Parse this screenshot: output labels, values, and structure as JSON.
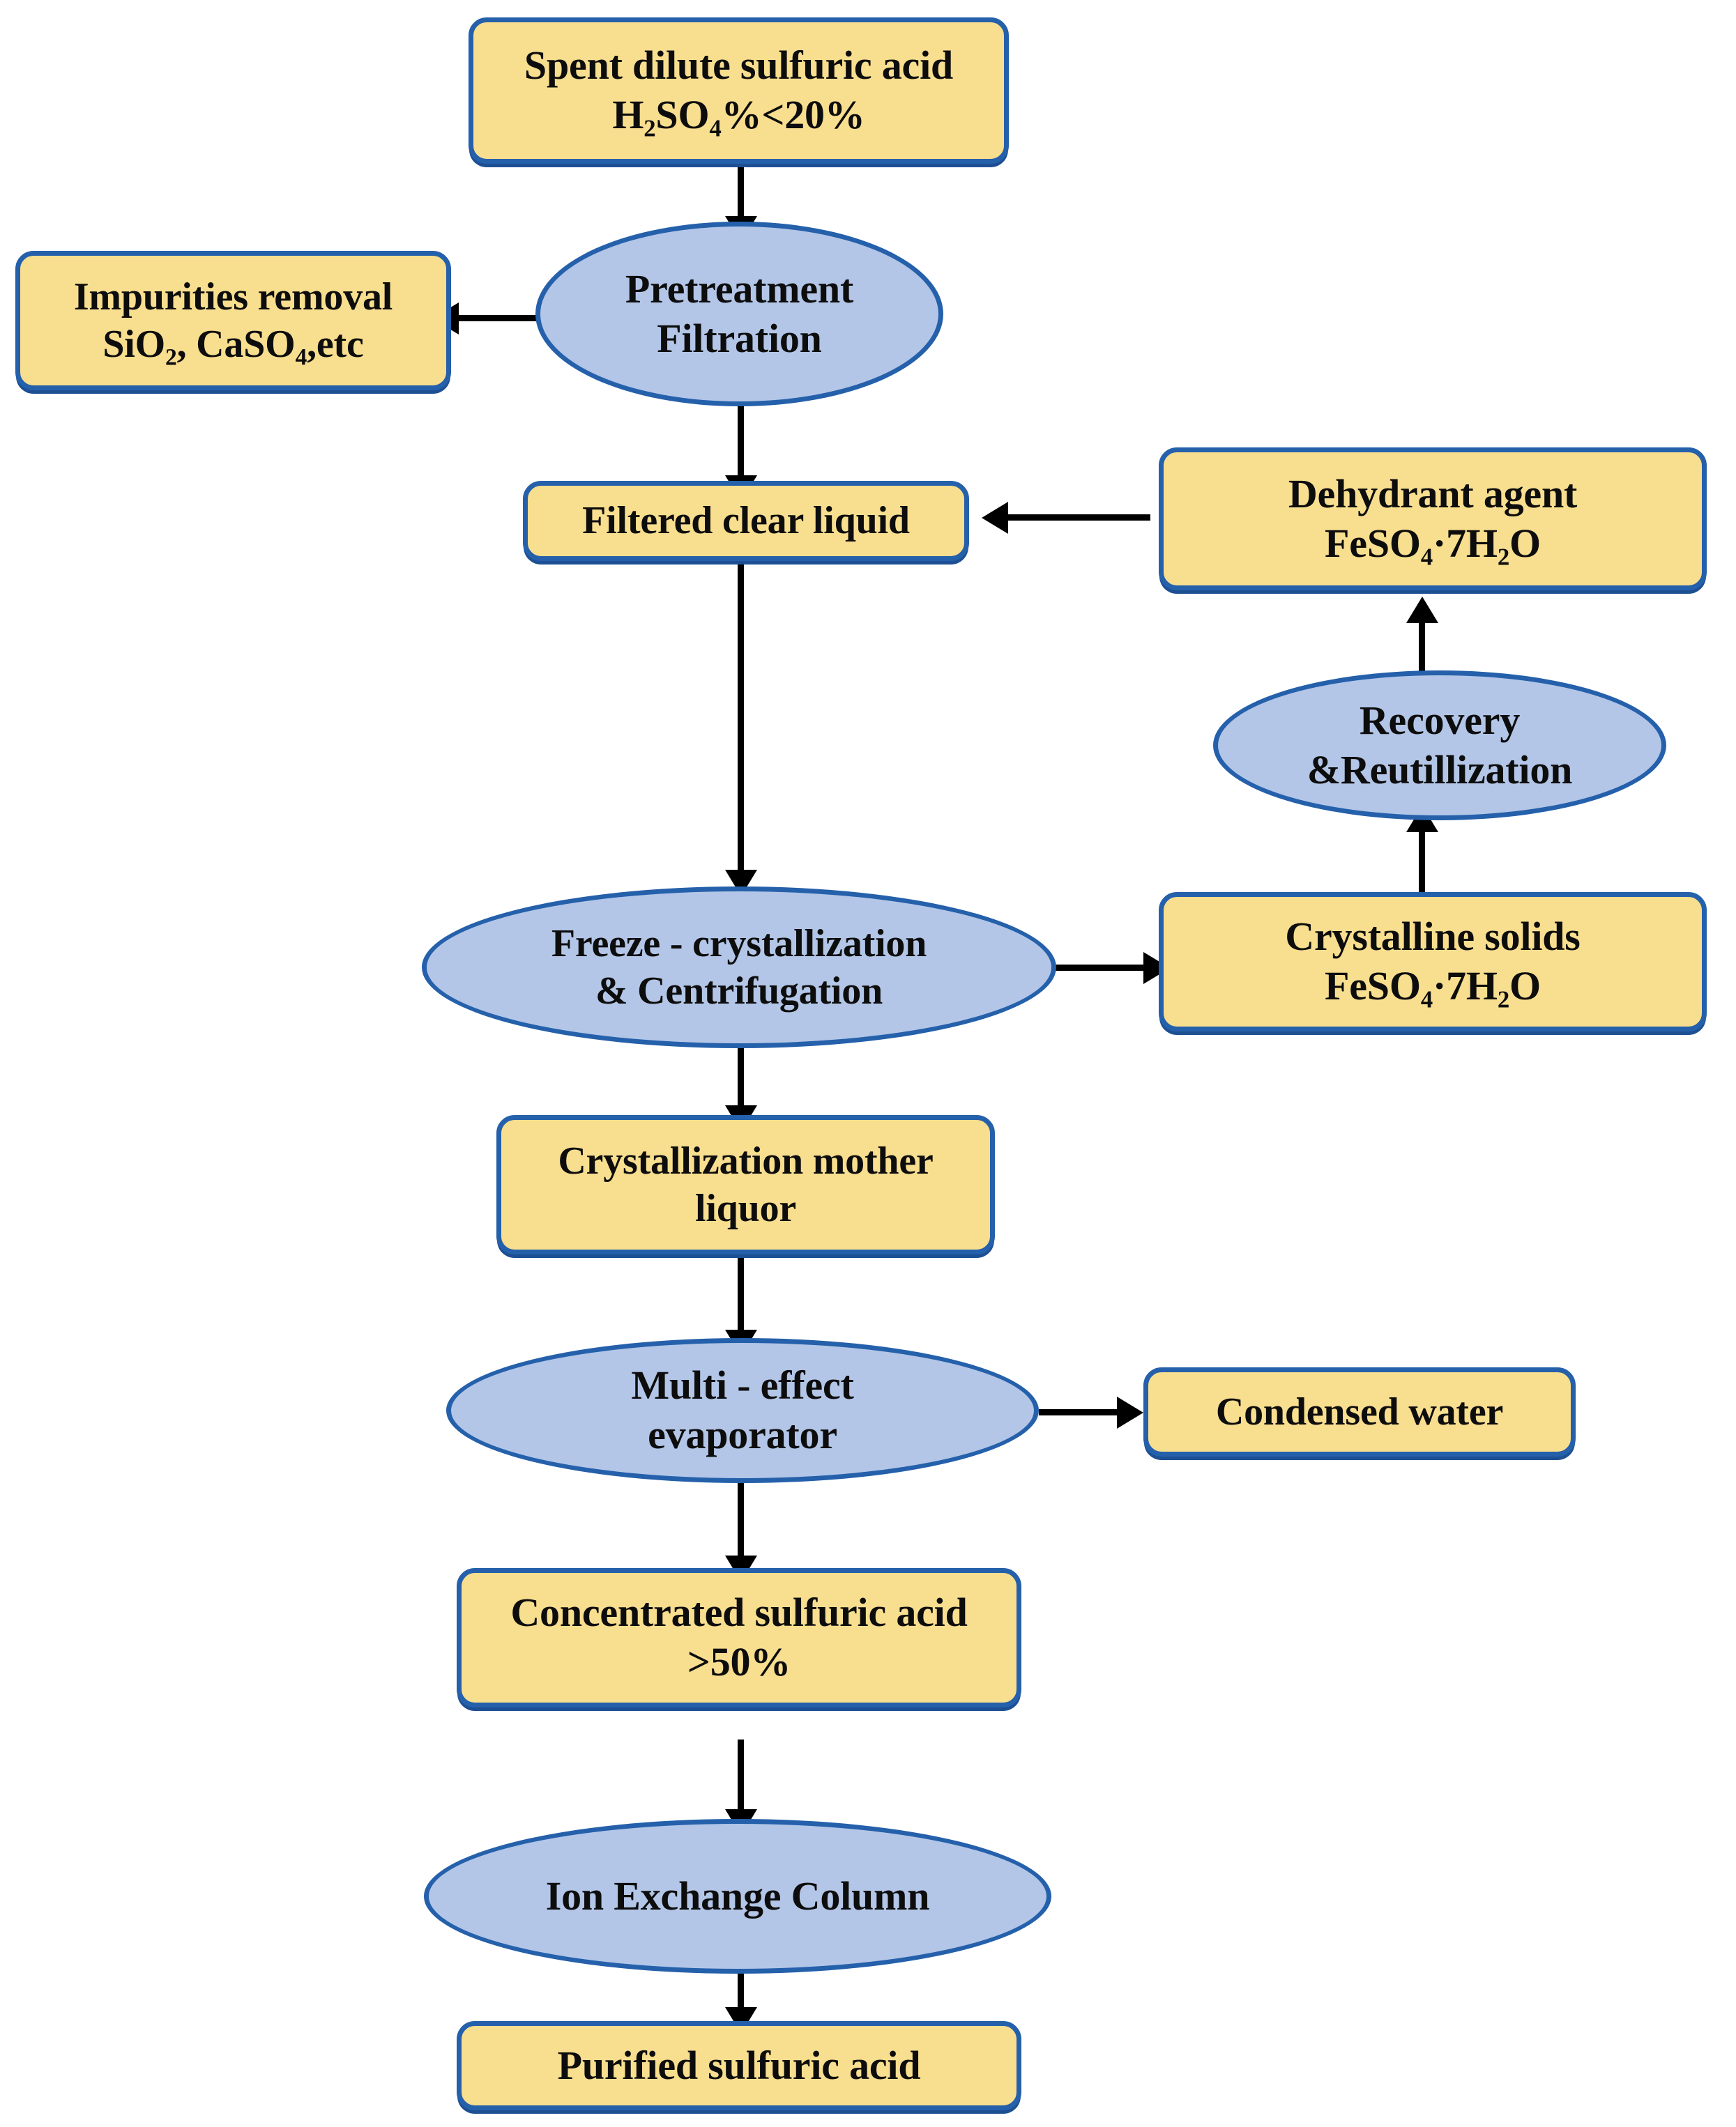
{
  "diagram": {
    "title": "Spent dilute sulfuric acid recovery and purification process flowchart",
    "colors": {
      "box_fill": "#f8de8f",
      "ellipse_fill": "#b3c6e7",
      "border": "#2560ab",
      "connector": "#000000",
      "text": "#0d0d0d",
      "background": "#ffffff"
    },
    "nodes": [
      {
        "id": "spent-acid",
        "shape": "box",
        "label": "Spent dilute sulfuric acid\nH₂SO₄%<20%"
      },
      {
        "id": "pretreatment",
        "shape": "ellipse",
        "label": "Pretreatment\nFiltration"
      },
      {
        "id": "impurities-removal",
        "shape": "box",
        "label": "Impurities removal\nSiO₂, CaSO₄,etc"
      },
      {
        "id": "filtered-liquid",
        "shape": "box",
        "label": "Filtered clear liquid"
      },
      {
        "id": "dehydrant-agent",
        "shape": "box",
        "label": "Dehydrant agent\nFeSO₄·7H₂O"
      },
      {
        "id": "recovery",
        "shape": "ellipse",
        "label": "Recovery\n&Reutillization"
      },
      {
        "id": "freeze-crystallization",
        "shape": "ellipse",
        "label": "Freeze - crystallization\n& Centrifugation"
      },
      {
        "id": "crystalline-solids",
        "shape": "box",
        "label": "Crystalline solids\nFeSO₄·7H₂O"
      },
      {
        "id": "mother-liquor",
        "shape": "box",
        "label": "Crystallization mother\nliquor"
      },
      {
        "id": "multi-effect-evaporator",
        "shape": "ellipse",
        "label": "Multi - effect\nevaporator"
      },
      {
        "id": "condensed-water",
        "shape": "box",
        "label": "Condensed water"
      },
      {
        "id": "concentrated-acid",
        "shape": "box",
        "label": "Concentrated sulfuric acid\n>50%"
      },
      {
        "id": "ion-exchange-column",
        "shape": "ellipse",
        "label": "Ion Exchange Column"
      },
      {
        "id": "purified-acid",
        "shape": "box",
        "label": "Purified sulfuric acid"
      }
    ],
    "edges": [
      {
        "from": "spent-acid",
        "to": "pretreatment",
        "direction": "down"
      },
      {
        "from": "pretreatment",
        "to": "impurities-removal",
        "direction": "left"
      },
      {
        "from": "pretreatment",
        "to": "filtered-liquid",
        "direction": "down"
      },
      {
        "from": "dehydrant-agent",
        "to": "filtered-liquid",
        "direction": "left"
      },
      {
        "from": "recovery",
        "to": "dehydrant-agent",
        "direction": "up"
      },
      {
        "from": "crystalline-solids",
        "to": "recovery",
        "direction": "up"
      },
      {
        "from": "filtered-liquid",
        "to": "freeze-crystallization",
        "direction": "down"
      },
      {
        "from": "freeze-crystallization",
        "to": "crystalline-solids",
        "direction": "right"
      },
      {
        "from": "freeze-crystallization",
        "to": "mother-liquor",
        "direction": "down"
      },
      {
        "from": "mother-liquor",
        "to": "multi-effect-evaporator",
        "direction": "down"
      },
      {
        "from": "multi-effect-evaporator",
        "to": "condensed-water",
        "direction": "right"
      },
      {
        "from": "multi-effect-evaporator",
        "to": "concentrated-acid",
        "direction": "down"
      },
      {
        "from": "concentrated-acid",
        "to": "ion-exchange-column",
        "direction": "down"
      },
      {
        "from": "ion-exchange-column",
        "to": "purified-acid",
        "direction": "down"
      }
    ]
  }
}
